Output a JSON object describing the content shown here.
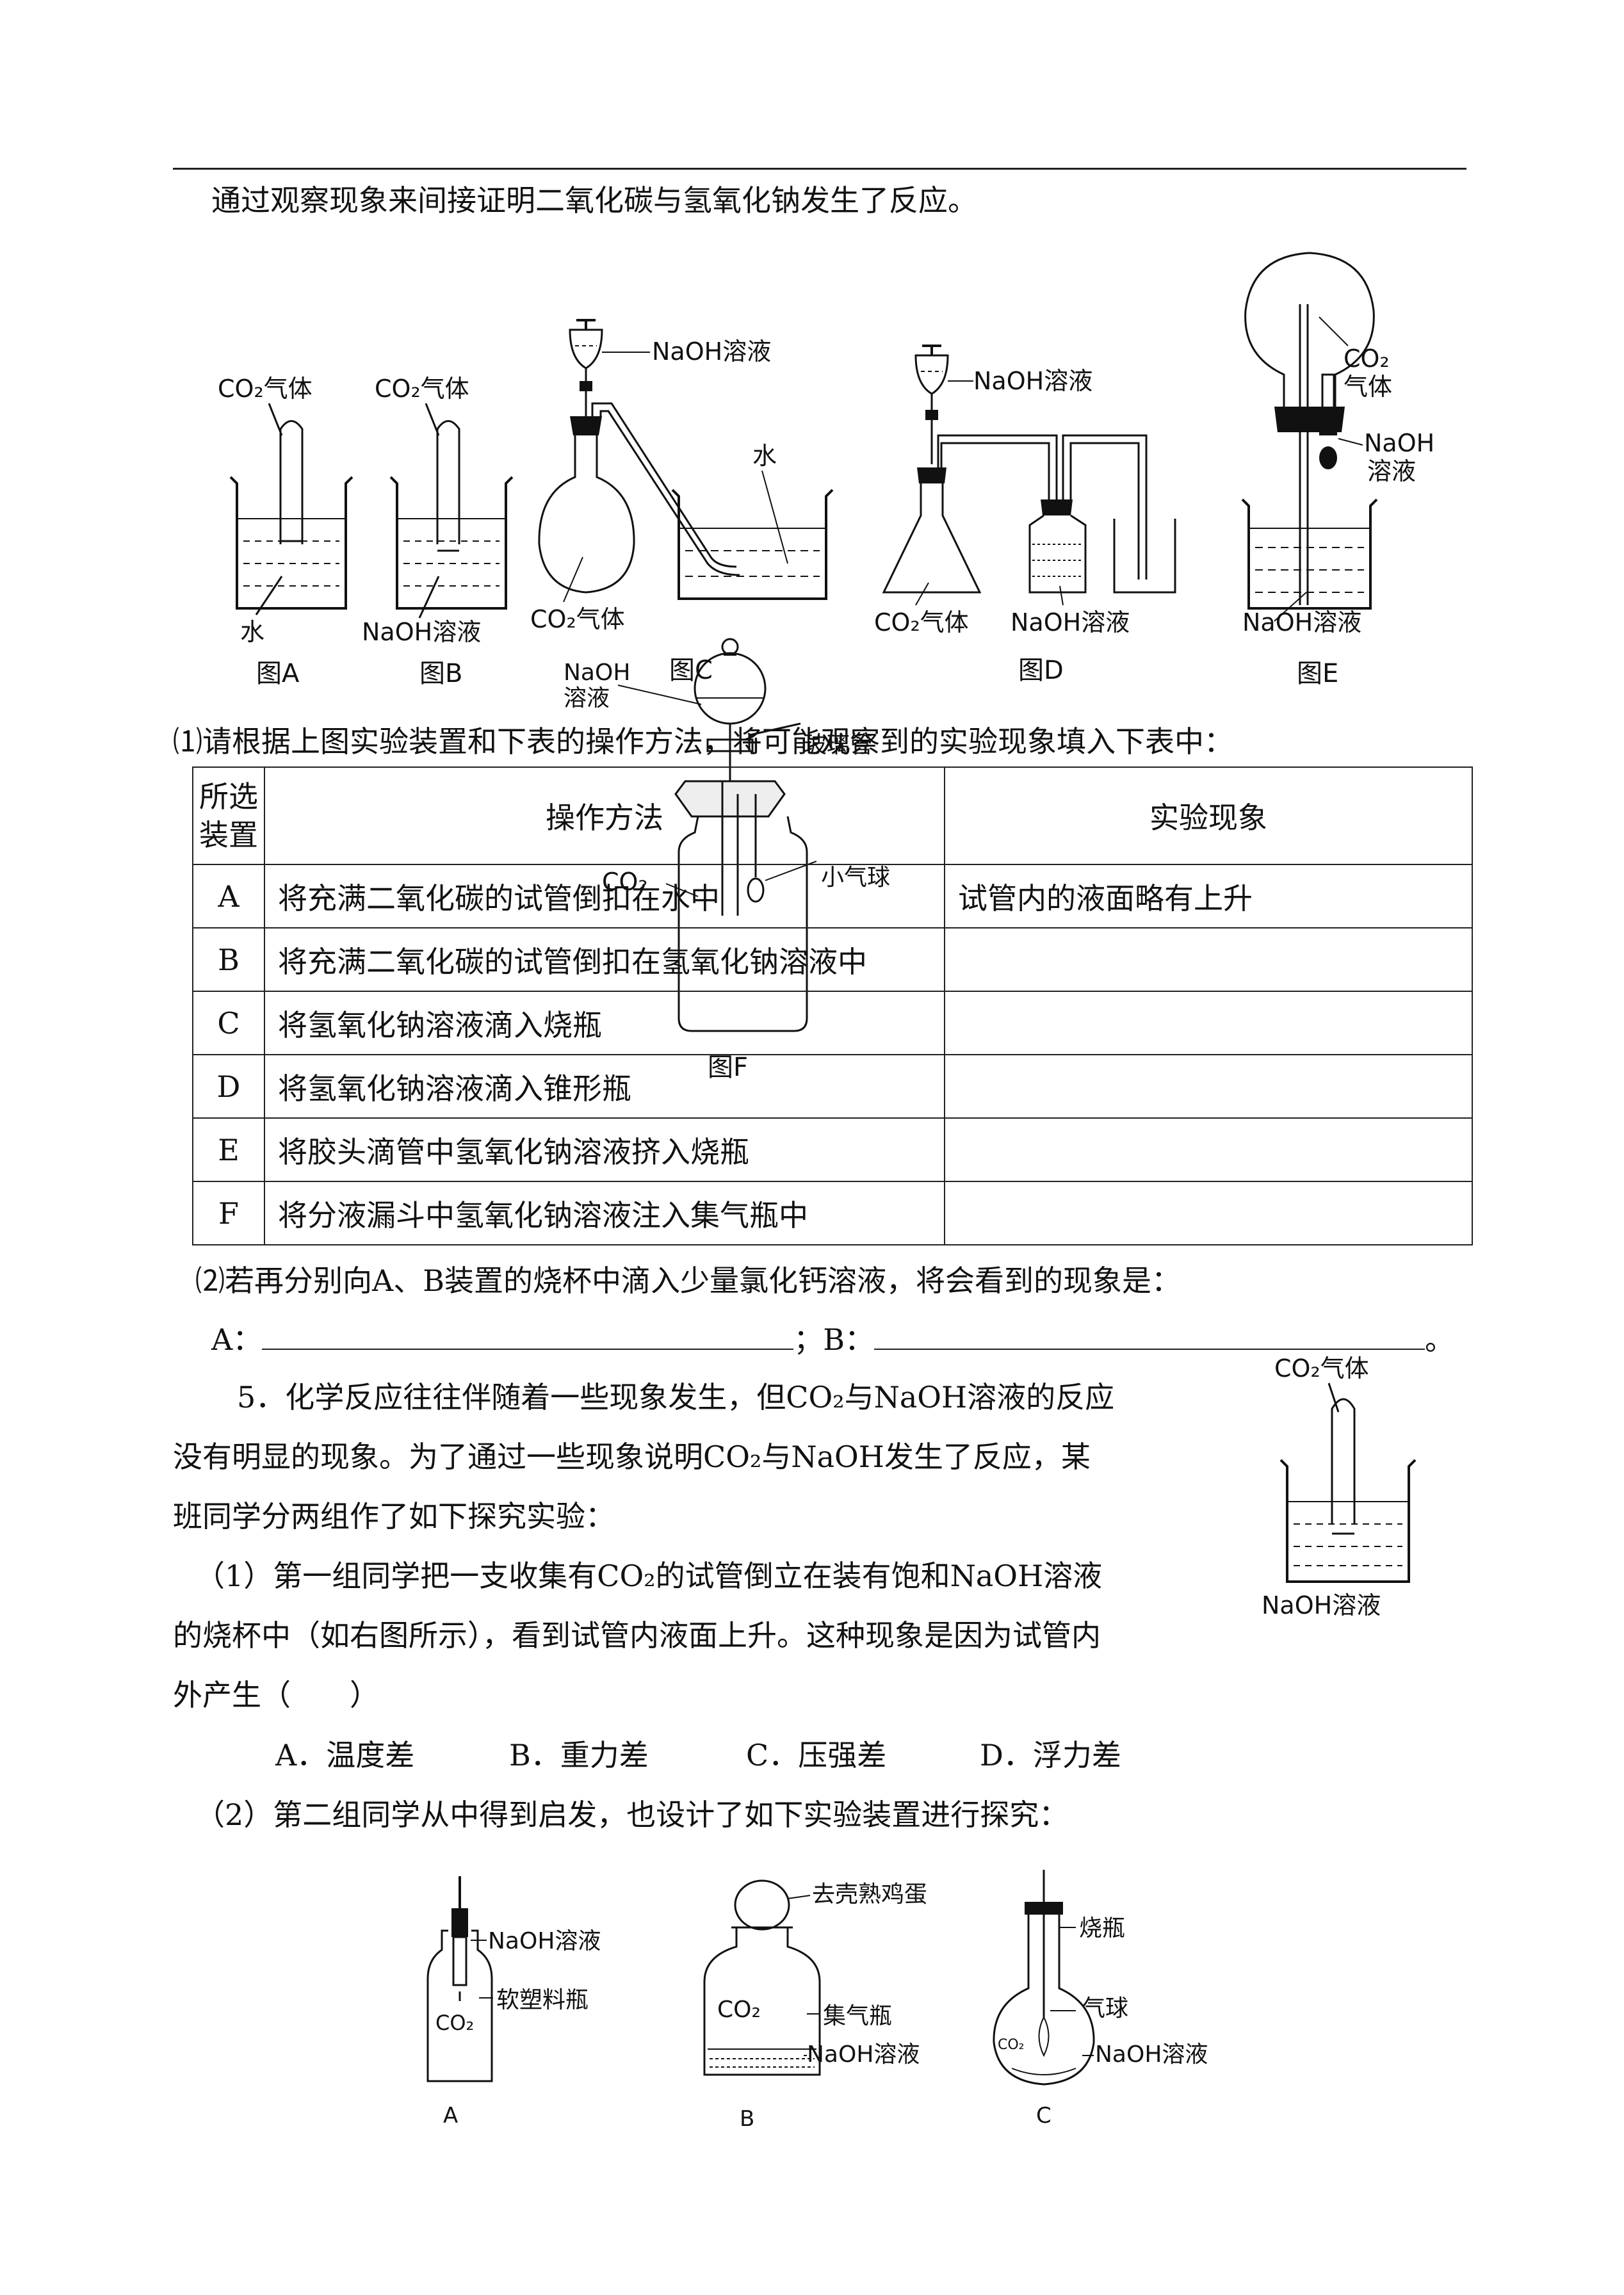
{
  "intro": "通过观察现象来间接证明二氧化碳与氢氧化钠发生了反应。",
  "figures": {
    "A": {
      "caption": "图A",
      "gas": "CO₂气体",
      "liquid": "水"
    },
    "B": {
      "caption": "图B",
      "gas": "CO₂气体",
      "liquid": "NaOH溶液"
    },
    "C": {
      "caption": "图C",
      "funnel": "NaOH溶液",
      "water": "水",
      "gas": "CO₂气体"
    },
    "D": {
      "caption": "图D",
      "funnel": "NaOH溶液",
      "gas": "CO₂气体",
      "liquid": "NaOH溶液"
    },
    "E": {
      "caption": "图E",
      "gas_line1": "CO₂",
      "gas_line2": "气体",
      "dropper_line1": "NaOH",
      "dropper_line2": "溶液",
      "liquid": "NaOH溶液"
    },
    "F": {
      "caption": "图F",
      "funnel_line1": "NaOH",
      "funnel_line2": "溶液",
      "tube": "玻璃管",
      "gas": "CO₂",
      "balloon": "小气球"
    }
  },
  "q1_prompt": "⑴请根据上图实验装置和下表的操作方法，将可能观察到的实验现象填入下表中：",
  "table": {
    "headers": [
      "所选装置",
      "操作方法",
      "实验现象"
    ],
    "rows": [
      {
        "device": "A",
        "method": "将充满二氧化碳的试管倒扣在水中",
        "result": "试管内的液面略有上升"
      },
      {
        "device": "B",
        "method": "将充满二氧化碳的试管倒扣在氢氧化钠溶液中",
        "result": ""
      },
      {
        "device": "C",
        "method": "将氢氧化钠溶液滴入烧瓶",
        "result": ""
      },
      {
        "device": "D",
        "method": "将氢氧化钠溶液滴入锥形瓶",
        "result": ""
      },
      {
        "device": "E",
        "method": "将胶头滴管中氢氧化钠溶液挤入烧瓶",
        "result": ""
      },
      {
        "device": "F",
        "method": "将分液漏斗中氢氧化钠溶液注入集气瓶中",
        "result": ""
      }
    ]
  },
  "q2_prompt": "⑵若再分别向A、B装置的烧杯中滴入少量氯化钙溶液，将会看到的现象是：",
  "q2_A_label": "A：",
  "q2_B_label": "；B：",
  "q2_end": "。",
  "p5": {
    "line1": "5．化学反应往往伴随着一些现象发生，但CO₂与NaOH溶液的反应",
    "line2": "没有明显的现象。为了通过一些现象说明CO₂与NaOH发生了反应，某",
    "line3": "班同学分两组作了如下探究实验：",
    "s1_line1": "（1）第一组同学把一支收集有CO₂的试管倒立在装有饱和NaOH溶液",
    "s1_line2": "的烧杯中（如右图所示），看到试管内液面上升。这种现象是因为试管内",
    "s1_line3": "外产生（　　）",
    "options": [
      "A．温度差",
      "B．重力差",
      "C．压强差",
      "D．浮力差"
    ],
    "s2": "（2）第二组同学从中得到启发，也设计了如下实验装置进行探究：",
    "side_fig": {
      "gas": "CO₂气体",
      "liquid": "NaOH溶液"
    }
  },
  "bottom_figs": {
    "A": {
      "caption": "A",
      "l1": "NaOH溶液",
      "l2": "软塑料瓶",
      "gas": "CO₂"
    },
    "B": {
      "caption": "B",
      "l1": "去壳熟鸡蛋",
      "l2": "集气瓶",
      "l3": "NaOH溶液",
      "gas": "CO₂"
    },
    "C": {
      "caption": "C",
      "l1": "烧瓶",
      "l2": "气球",
      "l3": "NaOH溶液",
      "gas": "CO₂"
    }
  }
}
